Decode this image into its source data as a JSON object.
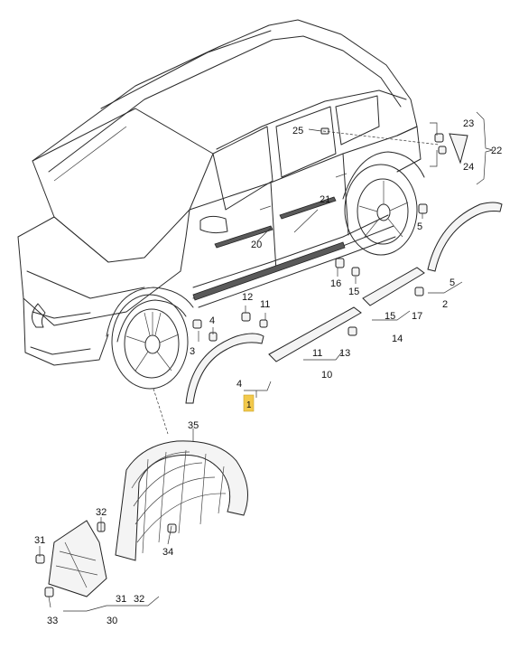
{
  "callouts": {
    "c1": "1",
    "c2": "2",
    "c3": "3",
    "c4a": "4",
    "c4b": "4",
    "c5a": "5",
    "c5b": "5",
    "c10": "10",
    "c11a": "11",
    "c11b": "11",
    "c12": "12",
    "c13": "13",
    "c14": "14",
    "c15a": "15",
    "c15b": "15",
    "c16": "16",
    "c17": "17",
    "c20": "20",
    "c21": "21",
    "c22": "22",
    "c23": "23",
    "c24": "24",
    "c25": "25",
    "c30": "30",
    "c31a": "31",
    "c31b": "31",
    "c32a": "32",
    "c32b": "32",
    "c33": "33",
    "c34": "34",
    "c35": "35"
  },
  "highlight_color": "#f2c94c"
}
